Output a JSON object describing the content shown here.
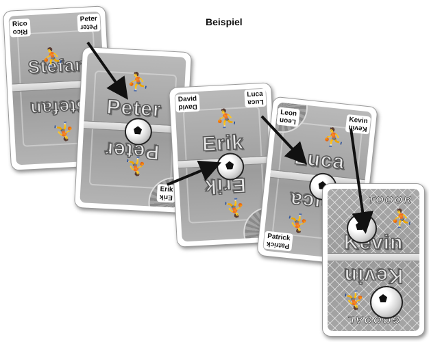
{
  "caption": "Beispiel",
  "cards": [
    {
      "id": "stefan",
      "name": "Stefan",
      "corner_left": "Rico",
      "corner_right": "Peter"
    },
    {
      "id": "peter",
      "name": "Peter",
      "corner_right": "Erik"
    },
    {
      "id": "erik",
      "name": "Erik",
      "corner_left": "David",
      "corner_right": "Luca"
    },
    {
      "id": "luca",
      "name": "Luca",
      "corner_left": "Leon",
      "corner_right": "Kevin",
      "corner_bottom": "Patrick"
    },
    {
      "id": "kevin",
      "name": "Kevin",
      "top_text": "TOOOR",
      "bottom_text": "GOOOAL"
    }
  ],
  "icons": {
    "player": "soccer-player-icon",
    "ball": "soccer-ball-icon",
    "arrow": "pass-arrow"
  },
  "colors": {
    "card_face": "#a8a8a8",
    "arrow": "#111111"
  }
}
